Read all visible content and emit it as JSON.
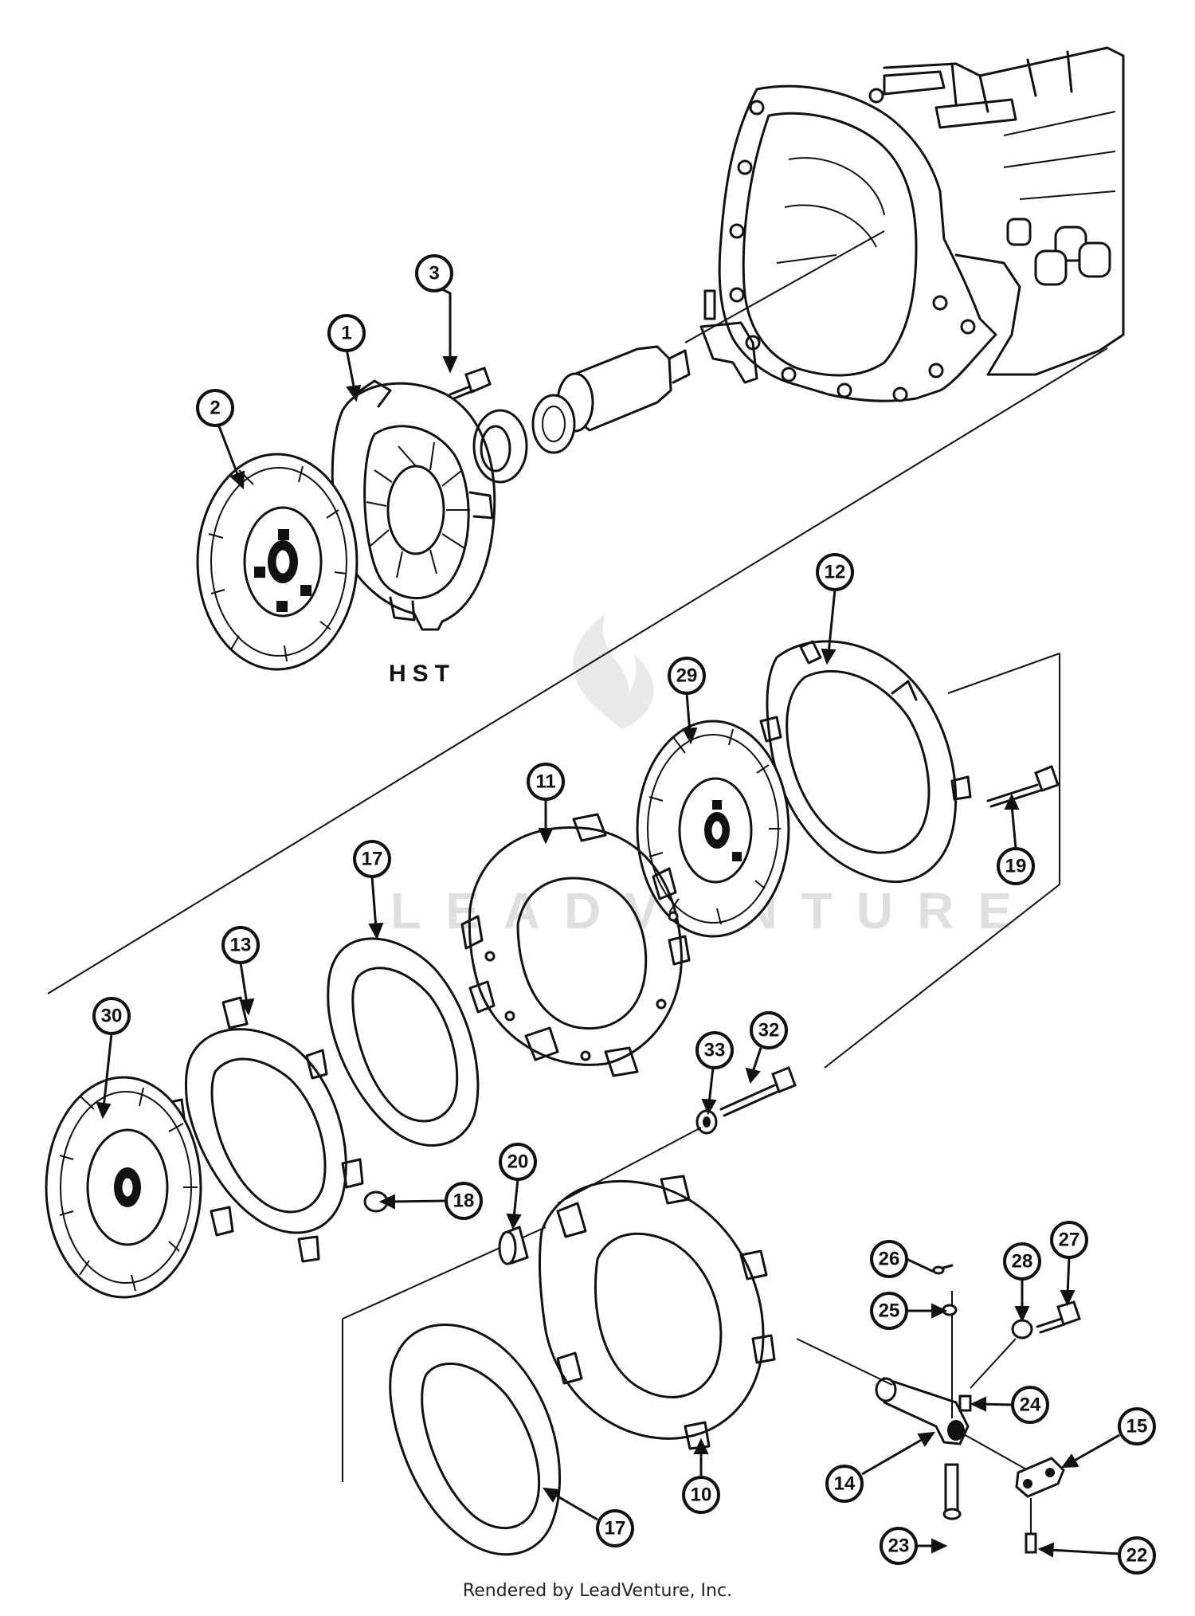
{
  "assembly_label": "HST",
  "watermark": "LEADVENTURE",
  "footer": "Rendered by LeadVenture, Inc.",
  "callouts": [
    "1",
    "2",
    "3",
    "10",
    "11",
    "12",
    "13",
    "14",
    "15",
    "17",
    "17",
    "18",
    "19",
    "20",
    "22",
    "23",
    "24",
    "25",
    "26",
    "27",
    "28",
    "29",
    "30",
    "32",
    "33"
  ]
}
